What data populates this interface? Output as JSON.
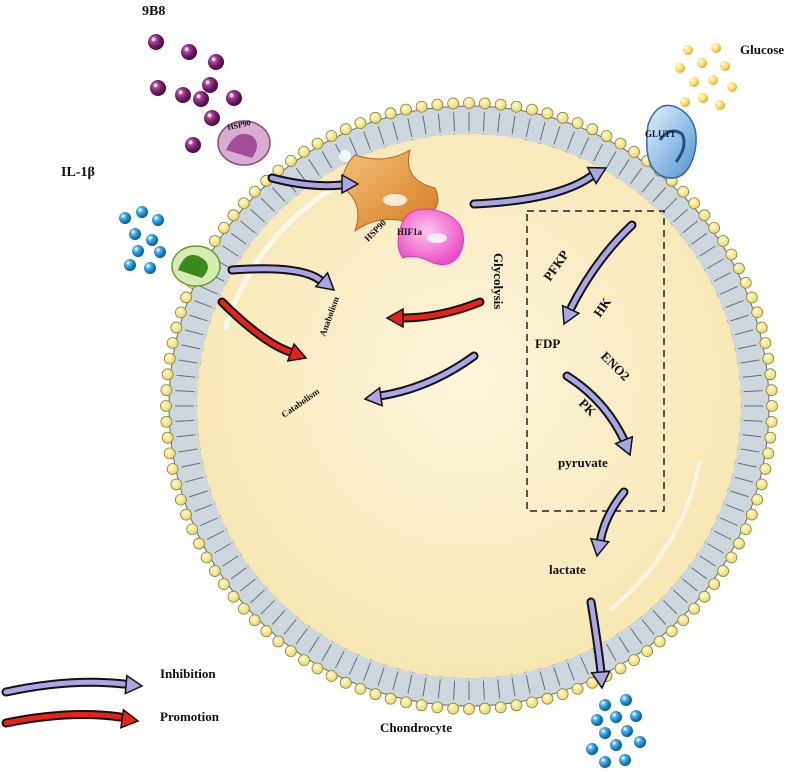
{
  "labels": {
    "antibody": "9B8",
    "cytokine": "IL-1β",
    "glucose": "Glucose",
    "transporter": "GLUT1",
    "hsp90_membrane": "HSP90",
    "hsp90": "HSP90",
    "hif1a": "HIF1a",
    "glycolysis": "Glycolysis",
    "anabolism": "Anabolism",
    "catabolism": "Catabolism",
    "pfkp": "PFKP",
    "hk": "HK",
    "fdp": "FDP",
    "eno2": "ENO2",
    "pk": "PK",
    "pyruvate": "pyruvate",
    "lactate": "lactate",
    "cell": "Chondrocyte"
  },
  "legend": {
    "inhibition": "Inhibition",
    "promotion": "Promotion"
  },
  "colors": {
    "membrane_head": "#f3ea8a",
    "membrane_head_stroke": "#8c8430",
    "membrane_tail": "#6e7f8f",
    "cytoplasm": "#fbf0cf",
    "inhibition_arrow": "#a9a6e6",
    "promotion_arrow": "#e8211b",
    "antibody_purple": "#7a1c6e",
    "glucose_yellow": "#f7d75a",
    "lactate_blue": "#1f8fd1",
    "il1b_blue": "#1f8fd1",
    "hsp90_orange": "#e79a3f",
    "hif1a_pink": "#f06ad1"
  }
}
